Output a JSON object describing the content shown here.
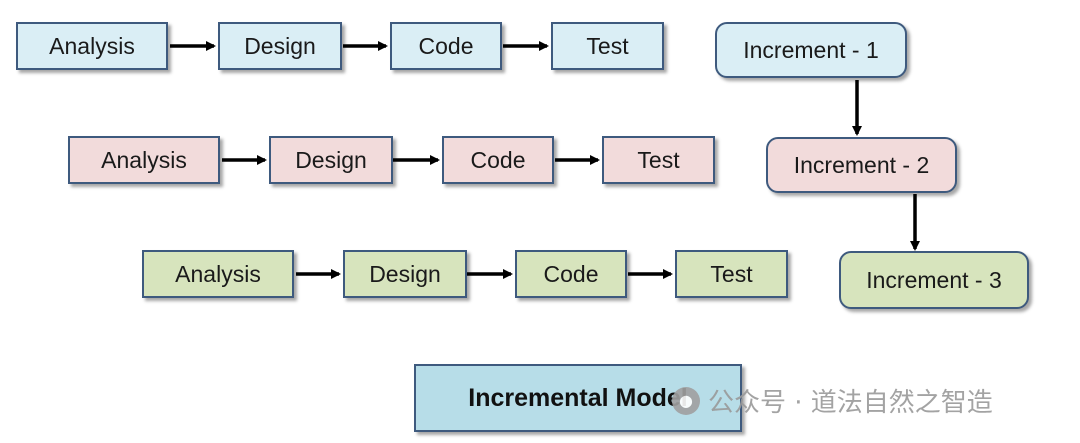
{
  "rows": [
    {
      "analysis": "Analysis",
      "design": "Design",
      "code": "Code",
      "test": "Test"
    },
    {
      "analysis": "Analysis",
      "design": "Design",
      "code": "Code",
      "test": "Test"
    },
    {
      "analysis": "Analysis",
      "design": "Design",
      "code": "Code",
      "test": "Test"
    }
  ],
  "increments": [
    "Increment - 1",
    "Increment - 2",
    "Increment - 3"
  ],
  "title": "Incremental Model",
  "watermark": "公众号 · 道法自然之智造",
  "colors": {
    "row1": "#daeef5",
    "row2": "#f2dbdb",
    "row3": "#d7e4bd",
    "title": "#b7dde8",
    "border": "#3e5a7e"
  }
}
